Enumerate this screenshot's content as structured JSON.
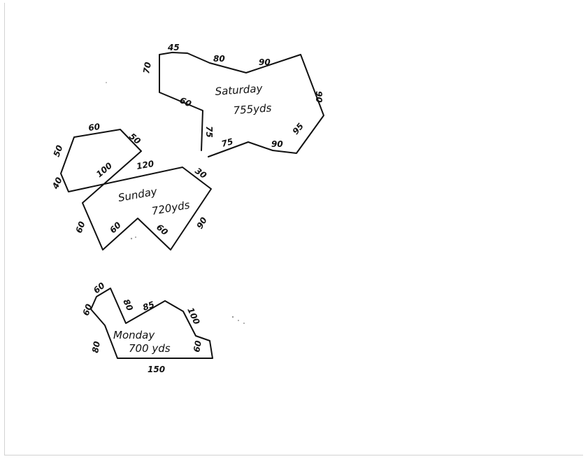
{
  "shapes": {
    "saturday": {
      "name": "Saturday",
      "total": "755yds",
      "segments": [
        "45",
        "80",
        "90",
        "90",
        "95",
        "90",
        "75",
        "75",
        "60",
        "70"
      ]
    },
    "sunday": {
      "name": "Sunday",
      "total": "720yds",
      "segments": [
        "60",
        "50",
        "100",
        "40",
        "50",
        "120",
        "30",
        "90",
        "60",
        "60",
        "60"
      ]
    },
    "monday": {
      "name": "Monday",
      "total": "700 yds",
      "segments": [
        "60",
        "60",
        "80",
        "85",
        "100",
        "60",
        "150",
        "80"
      ]
    }
  },
  "colors": {
    "ink": "#111111",
    "paper": "#ffffff",
    "border": "#d2d2d2"
  }
}
